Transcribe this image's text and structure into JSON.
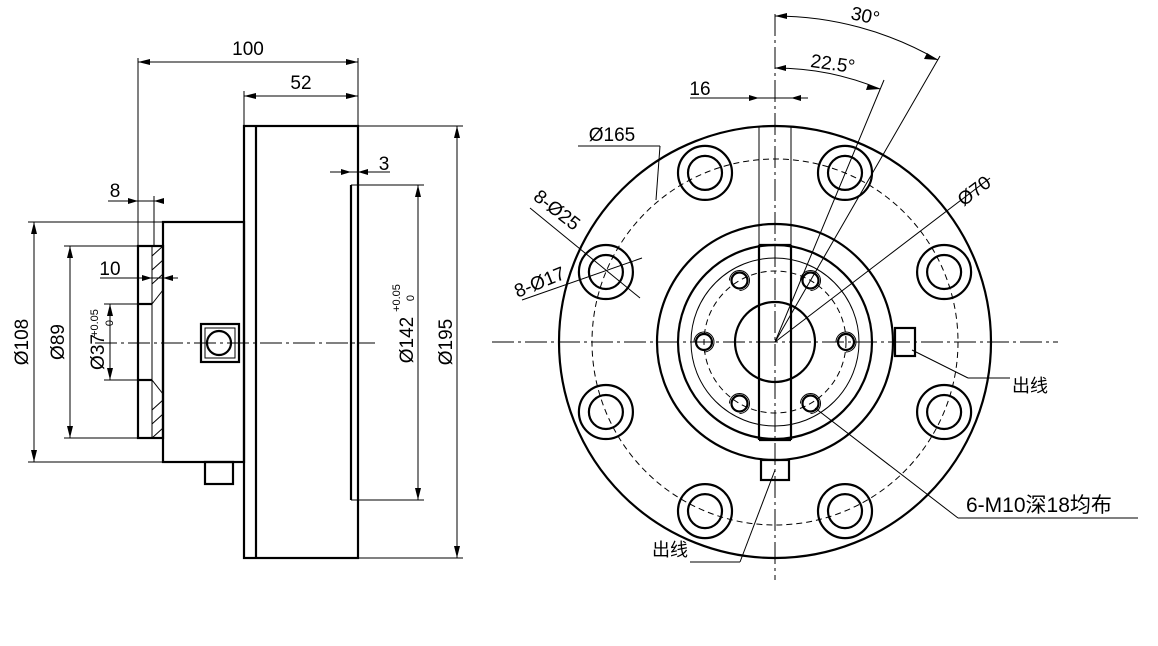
{
  "side_view": {
    "dim_length": "100",
    "dim_body": "52",
    "dim_flange_thk": "8",
    "dim_recess": "10",
    "dim_step": "3",
    "dim_d108": "Ø108",
    "dim_d89": "Ø89",
    "dim_d37": "Ø37",
    "tol_d37_upper": "+0.05",
    "tol_d37_lower": "0",
    "dim_d142": "Ø142",
    "tol_d142_upper": "+0.05",
    "tol_d142_lower": "0",
    "dim_d195": "Ø195"
  },
  "front_view": {
    "dim_width16": "16",
    "angle_30": "30°",
    "angle_22_5": "22.5°",
    "dim_d165": "Ø165",
    "dim_8d25": "8-Ø25",
    "dim_8d17": "8-Ø17",
    "dim_d70": "Ø70",
    "label_cable_right": "出线",
    "label_cable_bottom": "出线",
    "note_threads": "6-M10深18均布"
  }
}
